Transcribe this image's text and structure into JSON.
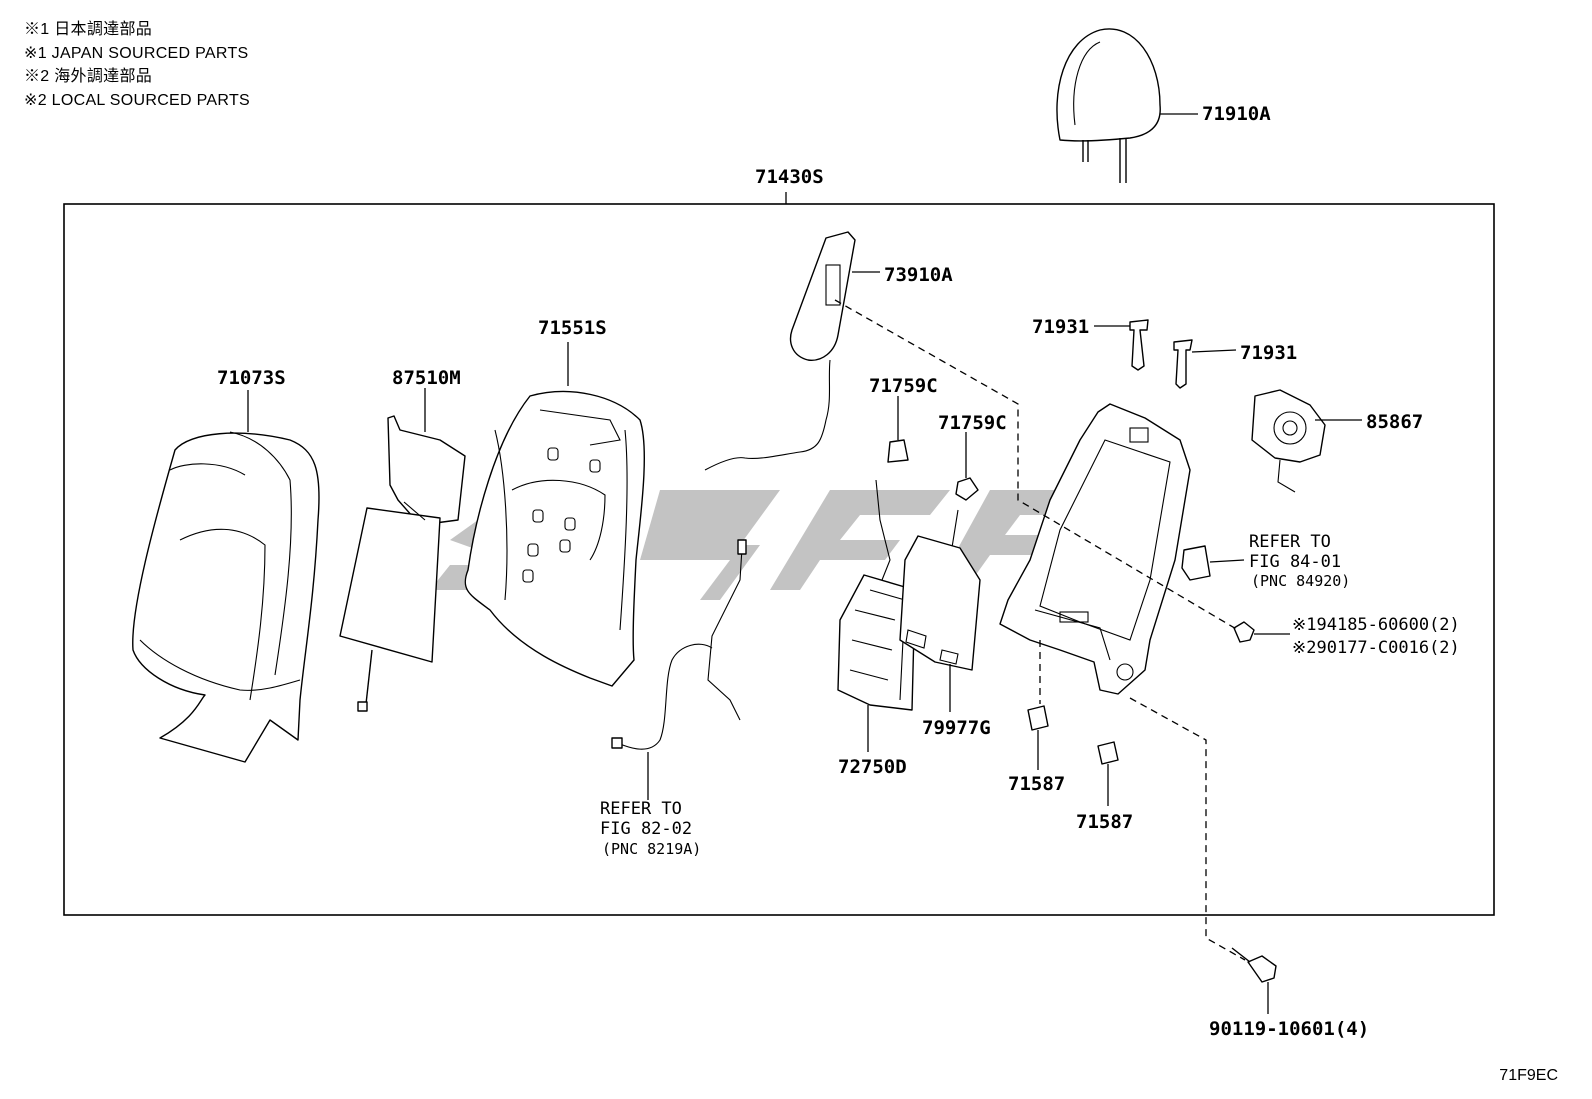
{
  "notes": [
    "※1 日本調達部品",
    "※1 JAPAN SOURCED PARTS",
    "※2 海外調達部品",
    "※2 LOCAL SOURCED PARTS"
  ],
  "illustration_code": "71F9EC",
  "parts": {
    "headrest": "71910A",
    "assembly": "71430S",
    "airbag": "73910A",
    "cover": "71073S",
    "heater": "87510M",
    "pad": "71551S",
    "clip_c1": "71759C",
    "clip_c2": "71759C",
    "lumbar": "72750D",
    "board": "79977G",
    "guide1": "71931",
    "guide2": "71931",
    "fastener1": "71587",
    "fastener2": "71587",
    "recliner_part": "85867",
    "bolt": "90119-10601(4)"
  },
  "refer_wire": {
    "line1": "REFER TO",
    "line2": "FIG 82-02",
    "line3": "(PNC 8219A)"
  },
  "refer_cover": {
    "line1": "REFER TO",
    "line2": "FIG 84-01",
    "line3": "(PNC 84920)"
  },
  "nuts": {
    "line1_mark": "※1",
    "line1_part": "94185-60600(2)",
    "line2_mark": "※2",
    "line2_part": "90177-C0016(2)"
  }
}
